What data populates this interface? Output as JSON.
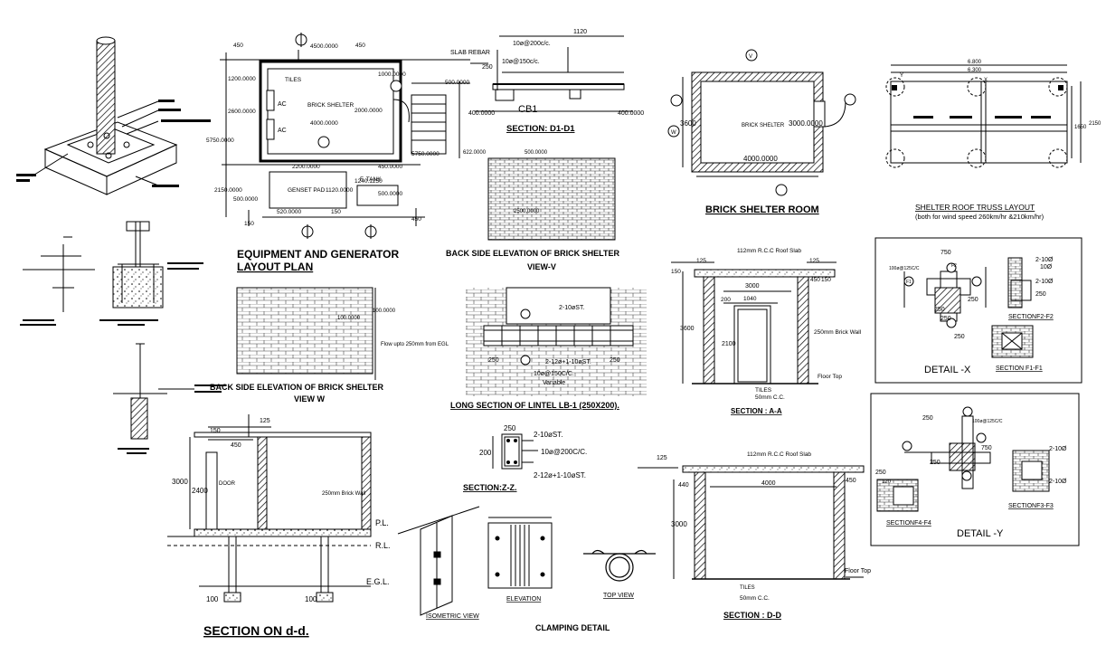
{
  "titles": {
    "equip_1": "EQUIPMENT AND GENERATOR",
    "equip_2": "LAYOUT PLAN",
    "back_v": "BACK SIDE ELEVATION OF BRICK SHELTER",
    "view_v": "VIEW-V",
    "back_w": "BACK SIDE ELEVATION OF BRICK SHELTER",
    "view_w": "VIEW W",
    "lintel": "LONG SECTION OF LINTEL LB-1 (250X200).",
    "d1": "SECTION: D1-D1",
    "room": "BRICK SHELTER ROOM",
    "truss_1": "SHELTER ROOF TRUSS LAYOUT",
    "truss_2": "(both for wind speed 260km/hr &210km/hr)",
    "aa": "SECTION : A-A",
    "zz": "SECTION:Z-Z.",
    "dd_small": "SECTION : D-D",
    "sec_dd": "SECTION ON d-d.",
    "clamping": "CLAMPING DETAIL",
    "iso": "ISOMETRIC VIEW",
    "elev": "ELEVATION",
    "top_view": "TOP VIEW",
    "detail_x": "DETAIL -X",
    "detail_y": "DETAIL -Y",
    "f2": "SECTIONF2-F2",
    "f1": "SECTION F1-F1",
    "f4": "SECTIONF4-F4",
    "f3": "SECTIONF3-F3"
  },
  "plan": {
    "brick_shelter": "BRICK SHELTER",
    "ac1": "AC",
    "ac2": "AC",
    "tiles": "TILES",
    "genset": "GENSET PAD",
    "ftank": "F. TANK",
    "d_4500": "4500.0000",
    "d_450a": "450",
    "d_450b": "450",
    "d_1200": "1200.0000",
    "d_2600": "2600.0000",
    "d_5750a": "5750.0000",
    "d_5750b": "5750.0000",
    "d_4000": "4000.0000",
    "d_2000": "2000.0000",
    "d_2200": "2200.0000",
    "d_500": "500.0000",
    "d_1000": "1000.0000",
    "d_2150": "2150.0000",
    "d_500b": "500.0000",
    "d_1120": "1120.0000",
    "d_1240": "1240.1250",
    "d_500c": "500.0000",
    "d_520": "520.0000",
    "d_450c": "450.0000",
    "d_150": "150",
    "d_150b": "150",
    "d_450d": "450"
  },
  "d1": {
    "d_1120": "1120",
    "slab_rebar": "SLAB REBAR",
    "r1": "10ø@200c/c.",
    "r2": "10ø@150c/c.",
    "d_250": "250",
    "cb1": "CB1",
    "d_400a": "400.0000",
    "d_400b": "400.0000"
  },
  "backv": {
    "d1": "622.0000",
    "d2": "500.0000",
    "d3": "2500.0000"
  },
  "backw": {
    "d1": "100.0000",
    "d2": "100.0000",
    "note": "Flow upto 250mm from EGL"
  },
  "lintelsec": {
    "top": "2-10øST.",
    "bot": "2-12ø+1-10øST.",
    "stir": "10ø@150C/C.",
    "var": "Variable",
    "l": "250",
    "r": "250"
  },
  "room": {
    "name": "BRICK SHELTER",
    "d_3600": "3600",
    "d_3000": "3000.0000",
    "d_4000": "4000.0000",
    "v": "V",
    "w": "W"
  },
  "truss": {
    "w1": "6.800",
    "w2": "6.300",
    "x": "X",
    "y": "Y",
    "h1": "2150",
    "h2": "1650"
  },
  "aa": {
    "slab": "112mm R.C.C Roof Slab",
    "d125a": "125",
    "d125b": "125",
    "d150a": "150",
    "d150b": "150",
    "d450": "450",
    "d3000": "3000",
    "d200": "200",
    "d1040": "1040",
    "d3600": "3600",
    "d2100": "2100",
    "wall": "250mm Brick Wall",
    "floor": "Floor Top",
    "tiles": "TILES",
    "cc": "50mm C.C."
  },
  "zz": {
    "d250": "250",
    "d200": "200",
    "r1": "2-10øST.",
    "r2": "10ø@200C/C.",
    "r3": "2-12ø+1-10øST."
  },
  "dd": {
    "slab": "112mm R.C.C Roof Slab",
    "d125": "125",
    "d440": "440",
    "d4000": "4000",
    "d450": "450",
    "d3000": "3000",
    "floor": "Floor Top",
    "tiles": "TILES",
    "cc": "50mm C.C."
  },
  "sdd": {
    "d150": "150",
    "d125": "125",
    "d450": "450",
    "d3000": "3000",
    "d2400": "2400",
    "door": "DOOR",
    "wall": "250mm Brick Wall",
    "pl": "P.L.",
    "rl": "R.L.",
    "egl": "E.G.L.",
    "d100a": "100",
    "d100b": "100"
  },
  "detx": {
    "d750": "750",
    "d250a": "250",
    "d250b": "250",
    "d250c": "250",
    "d250d": "250",
    "d250e": "250",
    "rebar": "100ø@125C/C",
    "f1l": "F1",
    "f2l": "F2",
    "r1": "2-10Ø",
    "r2": "10Ø",
    "r3": "2-10Ø"
  },
  "dety": {
    "d250a": "250",
    "d250b": "250",
    "d250c": "250",
    "d120": "120",
    "d750": "750",
    "rebar": "100ø@125C/C",
    "r1": "2-10Ø",
    "r2": "2-10Ø"
  }
}
